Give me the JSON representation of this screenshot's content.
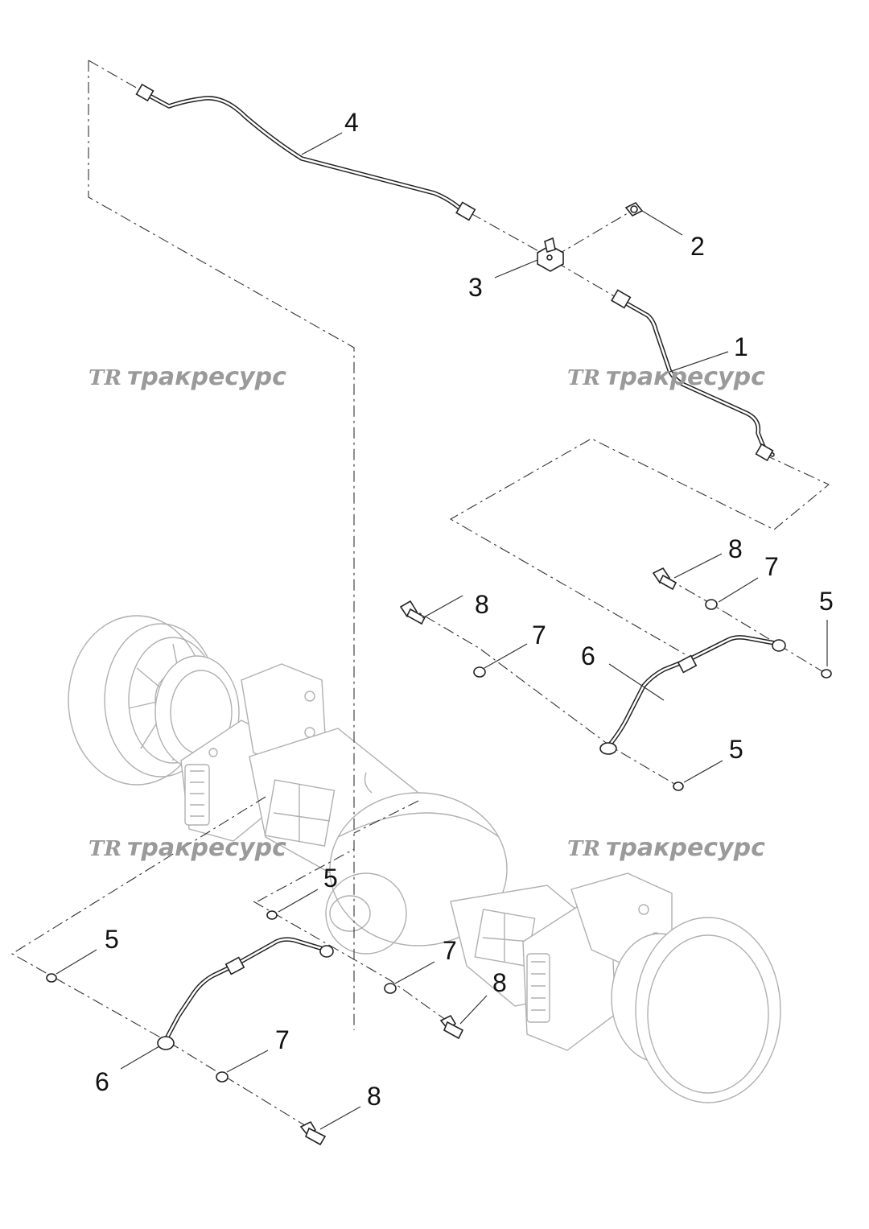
{
  "callouts": {
    "c1": "1",
    "c2": "2",
    "c3": "3",
    "c4": "4",
    "c5a": "5",
    "c5b": "5",
    "c5c": "5",
    "c5d": "5",
    "c6a": "6",
    "c6b": "6",
    "c7a": "7",
    "c7b": "7",
    "c7c": "7",
    "c7d": "7",
    "c8a": "8",
    "c8b": "8",
    "c8c": "8",
    "c8d": "8"
  },
  "watermark": {
    "logo": "TR",
    "text": "тракресурс"
  },
  "colors": {
    "watermark": "#9a9a9a",
    "ghost_lines": "#b0b0b0",
    "parts": "#222222"
  }
}
